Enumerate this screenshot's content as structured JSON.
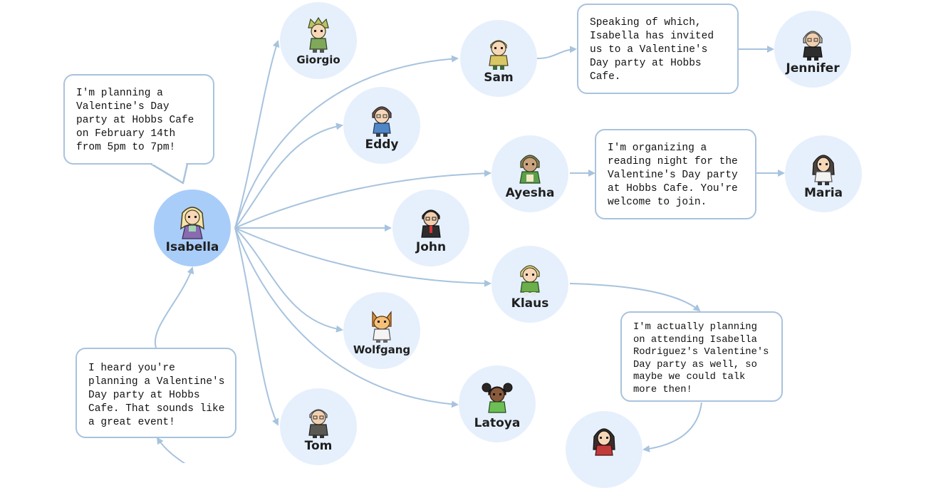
{
  "colors": {
    "edge": "#a7c3de",
    "node": "#e6f0fc",
    "main_node": "#a9cdf9",
    "bubble_border": "#a9c3dd"
  },
  "nodes": {
    "isabella": "Isabella",
    "giorgio": "Giorgio",
    "eddy": "Eddy",
    "john": "John",
    "wolfgang": "Wolfgang",
    "tom": "Tom",
    "sam": "Sam",
    "ayesha": "Ayesha",
    "klaus": "Klaus",
    "latoya": "Latoya",
    "jennifer": "Jennifer",
    "maria": "Maria"
  },
  "messages": {
    "isabella_invite": "I'm planning a\nValentine's Day\nparty at Hobbs Cafe\non February 14th\nfrom 5pm to 7pm!",
    "tom_reply": "I heard you're\nplanning a Valentine's\nDay party at Hobbs\nCafe. That sounds like\na great event!",
    "sam_to_jennifer": "Speaking of which,\nIsabella has invited\nus to a Valentine's\nDay party at Hobbs\nCafe.",
    "ayesha_to_maria": "I'm organizing a\nreading night for the\nValentine's Day party\nat Hobbs Cafe. You're\nwelcome to join.",
    "klaus_reply": "I'm actually planning\non attending Isabella\nRodriguez's Valentine's\nDay party as well, so\nmaybe we could talk\nmore then!"
  }
}
